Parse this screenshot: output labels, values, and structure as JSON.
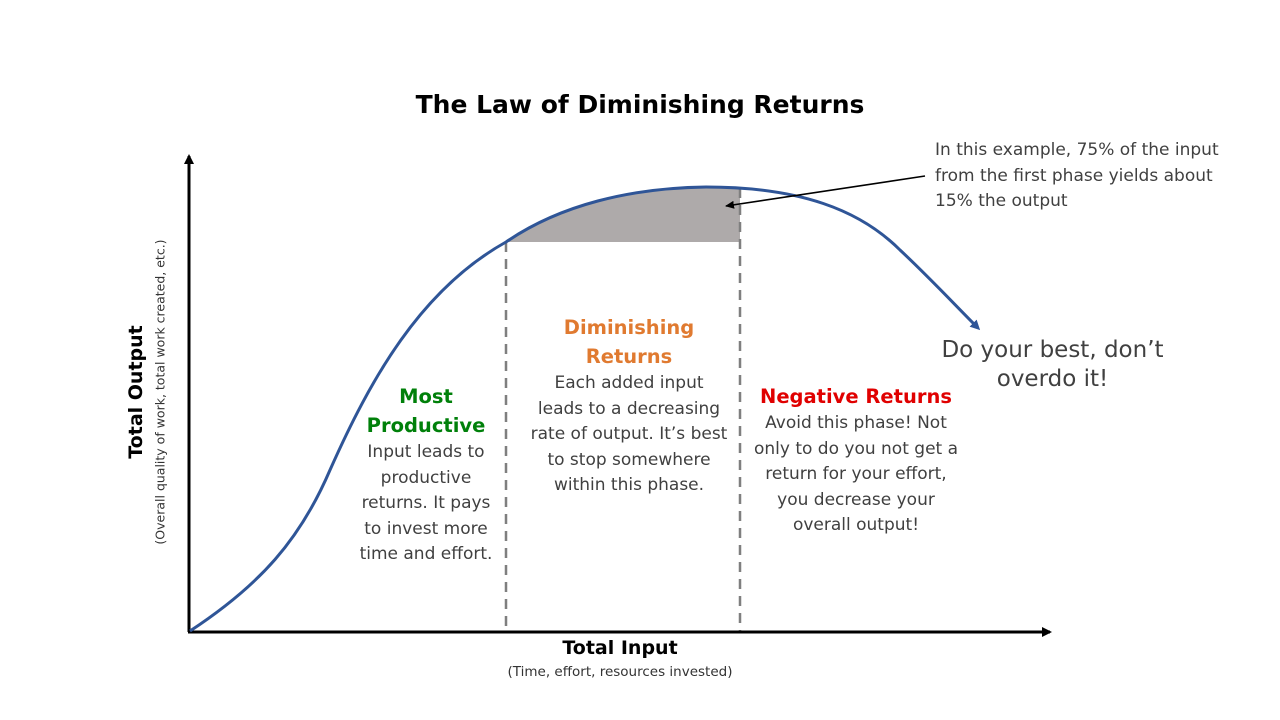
{
  "title": "The Law of Diminishing Returns",
  "axes": {
    "x_label": "Total Input",
    "x_sub": "(Time, effort, resources invested)",
    "y_label": "Total Output",
    "y_sub": "(Overall quality of work, total work created, etc.)"
  },
  "callout": {
    "text": "In this example, 75% of the input from the first phase yields about 15% the output"
  },
  "advice": "Do your best, don’t overdo it!",
  "phases": [
    {
      "title": "Most Productive",
      "color": "#00800a",
      "body": "Input leads to productive returns. It pays to invest more time and effort."
    },
    {
      "title": "Diminishing Returns",
      "color": "#e07a30",
      "body": "Each added input leads to a decreasing rate of output. It’s best to stop somewhere within this phase."
    },
    {
      "title": "Negative Returns",
      "color": "#e00000",
      "body": "Avoid this phase! Not only to do you not get a return for your effort, you decrease your overall output!"
    }
  ],
  "colors": {
    "curve": "#2f5597",
    "shaded_area": "#aeaaaa",
    "axis": "#000000",
    "divider": "#7f7f7f"
  }
}
